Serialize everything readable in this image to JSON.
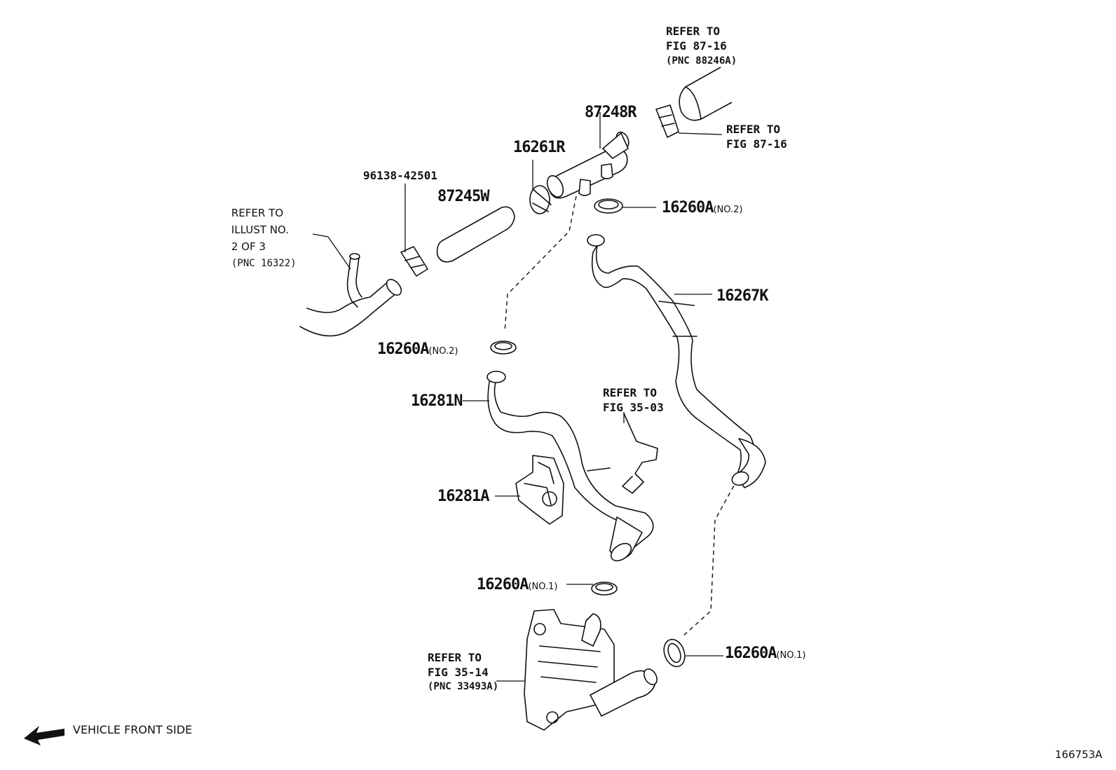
{
  "diagram_id": "166753A",
  "front_note": "VEHICLE FRONT SIDE",
  "refs": {
    "top": [
      "REFER TO",
      "FIG 87-16",
      "(PNC 88246A)"
    ],
    "right": [
      "REFER TO",
      "FIG 87-16"
    ],
    "left": [
      "REFER TO",
      "ILLUST NO.",
      "2 OF 3",
      "(PNC 16322)"
    ],
    "mid": [
      "REFER TO",
      "FIG 35-03"
    ],
    "bottom": [
      "REFER TO",
      "FIG 35-14",
      "(PNC 33493A)"
    ]
  },
  "parts": {
    "p87248R": "87248R",
    "p16261R": "16261R",
    "p96138": "96138-42501",
    "p87245W": "87245W",
    "p16260A_a": "16260A",
    "p16260A_a_note": "(NO.2)",
    "p16267K": "16267K",
    "p16260A_b": "16260A",
    "p16260A_b_note": "(NO.2)",
    "p16281N": "16281N",
    "p16281A": "16281A",
    "p16260A_c": "16260A",
    "p16260A_c_note": "(NO.1)",
    "p16260A_d": "16260A",
    "p16260A_d_note": "(NO.1)"
  }
}
